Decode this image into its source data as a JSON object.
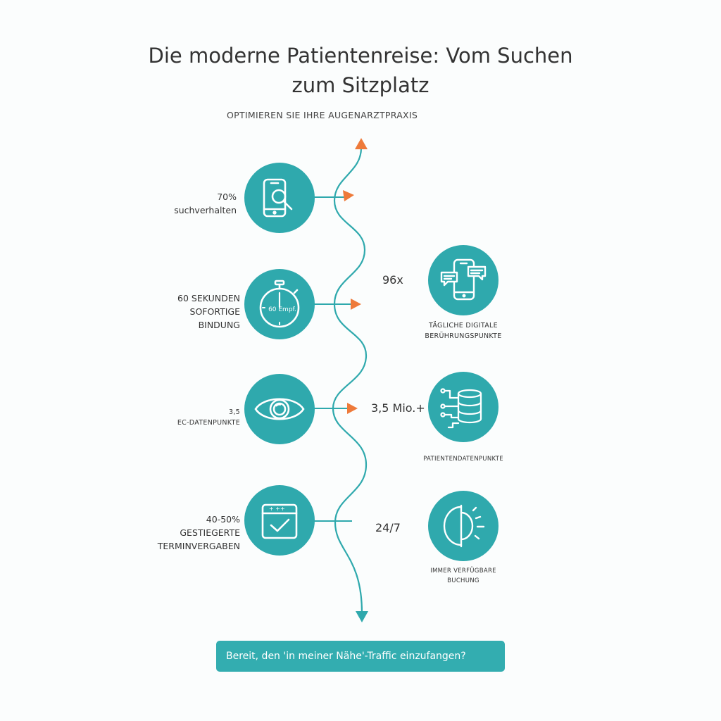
{
  "header": {
    "title_line1": "Die moderne Patientenreise: Vom Suchen",
    "title_line2": "zum Sitzplatz",
    "subtitle": "OPTIMIEREN SIE IHRE AUGENARZTPRAXIS"
  },
  "colors": {
    "teal": "#2fa9ad",
    "orange": "#ee7a3a",
    "text": "#333333"
  },
  "left_steps": [
    {
      "icon": "phone-search-icon",
      "line1": "70%",
      "line2": "suchverhalten"
    },
    {
      "icon": "stopwatch-icon",
      "inner": "60 Empf.",
      "line1": "60 SEKUNDEN",
      "line2": "SOFORTIGE",
      "line3": "BINDUNG"
    },
    {
      "icon": "eye-icon",
      "line1": "3,5",
      "line2": "EC-DATENPUNKTE"
    },
    {
      "icon": "calendar-check-icon",
      "calendar_header": "+ ++",
      "line1": "40-50%",
      "line2": "GESTIEGERTE",
      "line3": "TERMINVERGABEN"
    }
  ],
  "right_steps": [
    {
      "icon": "phone-chat-icon",
      "stat": "96x",
      "line1": "TÄGLICHE DIGITALE",
      "line2": "BERÜHRUNGSPUNKTE"
    },
    {
      "icon": "database-icon",
      "stat": "3,5 Mio.+",
      "line1": "PATIENTENDATENPUNKTE"
    },
    {
      "icon": "half-sun-icon",
      "stat": "24/7",
      "line1": "IMMER VERFÜGBARE",
      "line2": "BUCHUNG"
    }
  ],
  "cta": {
    "label": "Bereit, den 'in meiner Nähe'-Traffic einzufangen?"
  }
}
